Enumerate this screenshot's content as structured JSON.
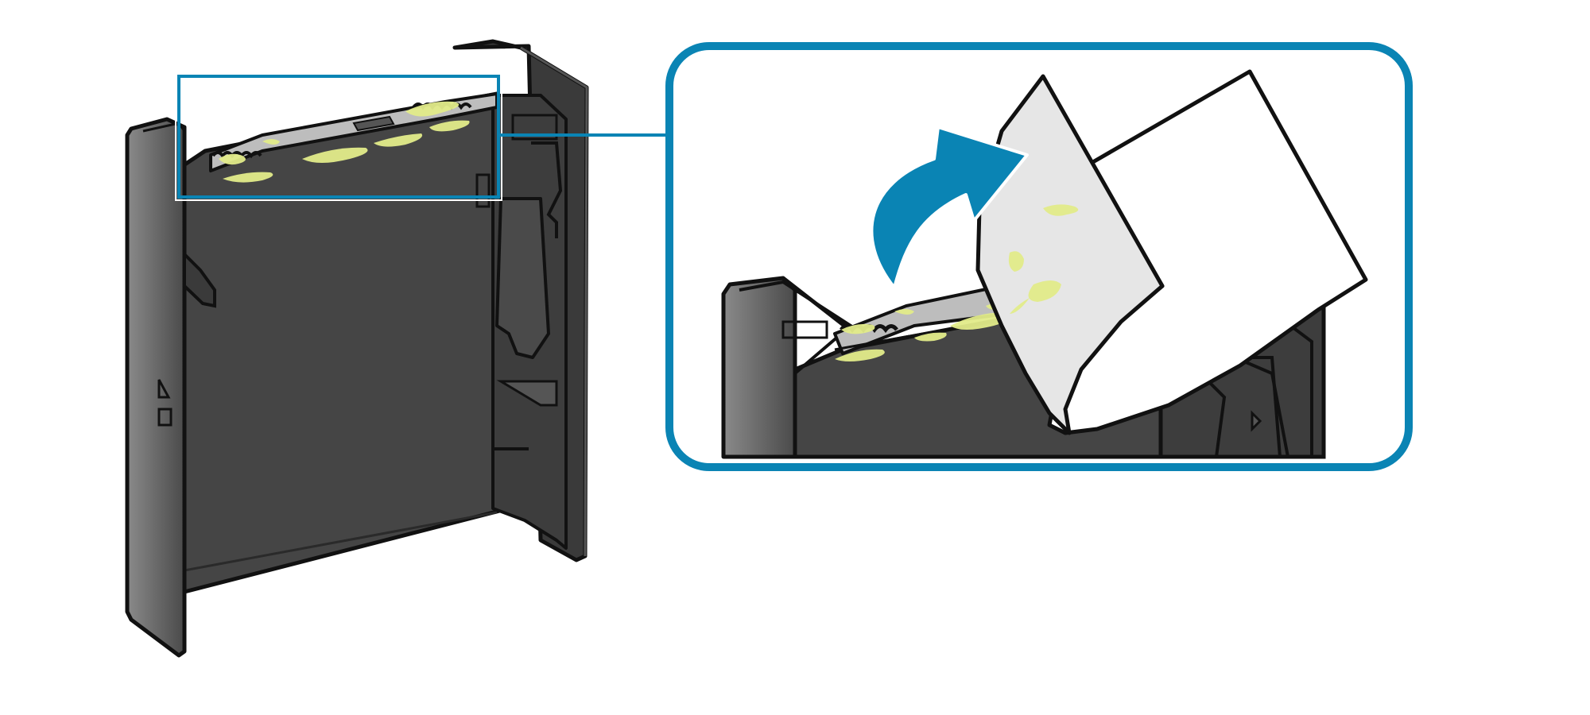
{
  "figure": {
    "accent_color": "#0a84b4",
    "residue_color": "#e2ec8a",
    "panel_color": "#454545",
    "outline_color": "#111111",
    "paper_color": "#ffffff",
    "peeled_paper_color": "#e6e6e6",
    "icons": [
      "printer-part-illustration",
      "zoom-highlight-box",
      "lift-arrow-icon",
      "cleaning-sheet"
    ]
  }
}
